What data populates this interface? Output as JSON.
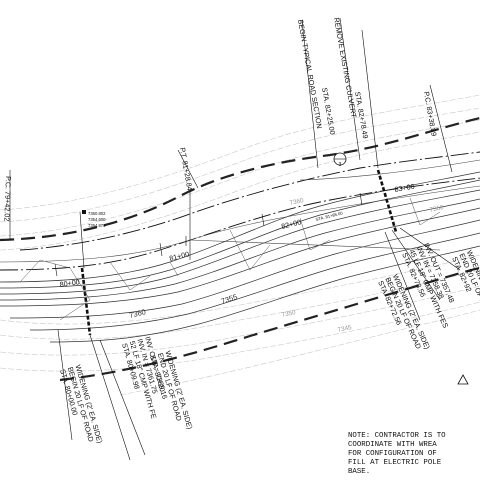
{
  "labels": {
    "begin_typical_road_section": "BEGIN TYPICAL ROAD SECTION",
    "remove_existing_culvert": "REMOVE EXISTING CULVERT",
    "sta_82_78_49": "STA. 82+78.49",
    "sta_82_25_00": "STA. 82+25.00",
    "section_bubble": "3",
    "pc_83_38_89": "P.C. 83+38.89",
    "pt_81_28_84": "P.T. 81+28.84",
    "pc_79_42_02": "P.C. 79+42.02",
    "sta_80_00_begin": [
      "STA. 80+00.00",
      "BEGIN 20 LF OF ROAD",
      "WIDENING (2' EA. SIDE)"
    ],
    "sta_80_20_end": [
      "STA. 80+20",
      "END 20 LF OF ROAD",
      "WIDENING (2' EA. SIDE)"
    ],
    "sta_80_09_98_cmp": [
      "STA. 80+09.98",
      "52 LF 18\" CMP WITH FE",
      "INV. IN = 7361.75",
      "INV. OUT = 7359.16"
    ],
    "sta_82_72_56": [
      "STA. 82+72.56",
      "BEGIN 20 LF OF ROAD",
      "WIDENING (2' EA. SIDE)"
    ],
    "sta_82_78_56_cmp": [
      "STA. 82+78.56",
      "45 LF 18\" CMP WITH FES",
      "INV. IN = 7358.38",
      "INV. OUT = 7357.48"
    ],
    "sta_82_92_end": [
      "STA. 82+92",
      "END 20 LF OF ROAD",
      "WIDENING (2' EA. SIDE)"
    ]
  },
  "stations": {
    "s80": "80+00",
    "s81": "81+00",
    "s82": "82+00",
    "s83": "83+00"
  },
  "contours": {
    "c7360": "7360",
    "c7355": "7355",
    "c7360_grey": "7360",
    "c7350_grey": "7350",
    "c7345_grey": "7345",
    "c7360_grey_right": "7360"
  },
  "elevations": [
    "7360.802",
    "7354.600",
    "7354.876"
  ],
  "small_note": "STA. 81+85.00",
  "note_text": [
    "NOTE: CONTRACTOR IS TO",
    "COORDINATE WITH WREA",
    "FOR CONFIGURATION OF",
    "FILL AT ELECTRIC POLE",
    "BASE."
  ]
}
